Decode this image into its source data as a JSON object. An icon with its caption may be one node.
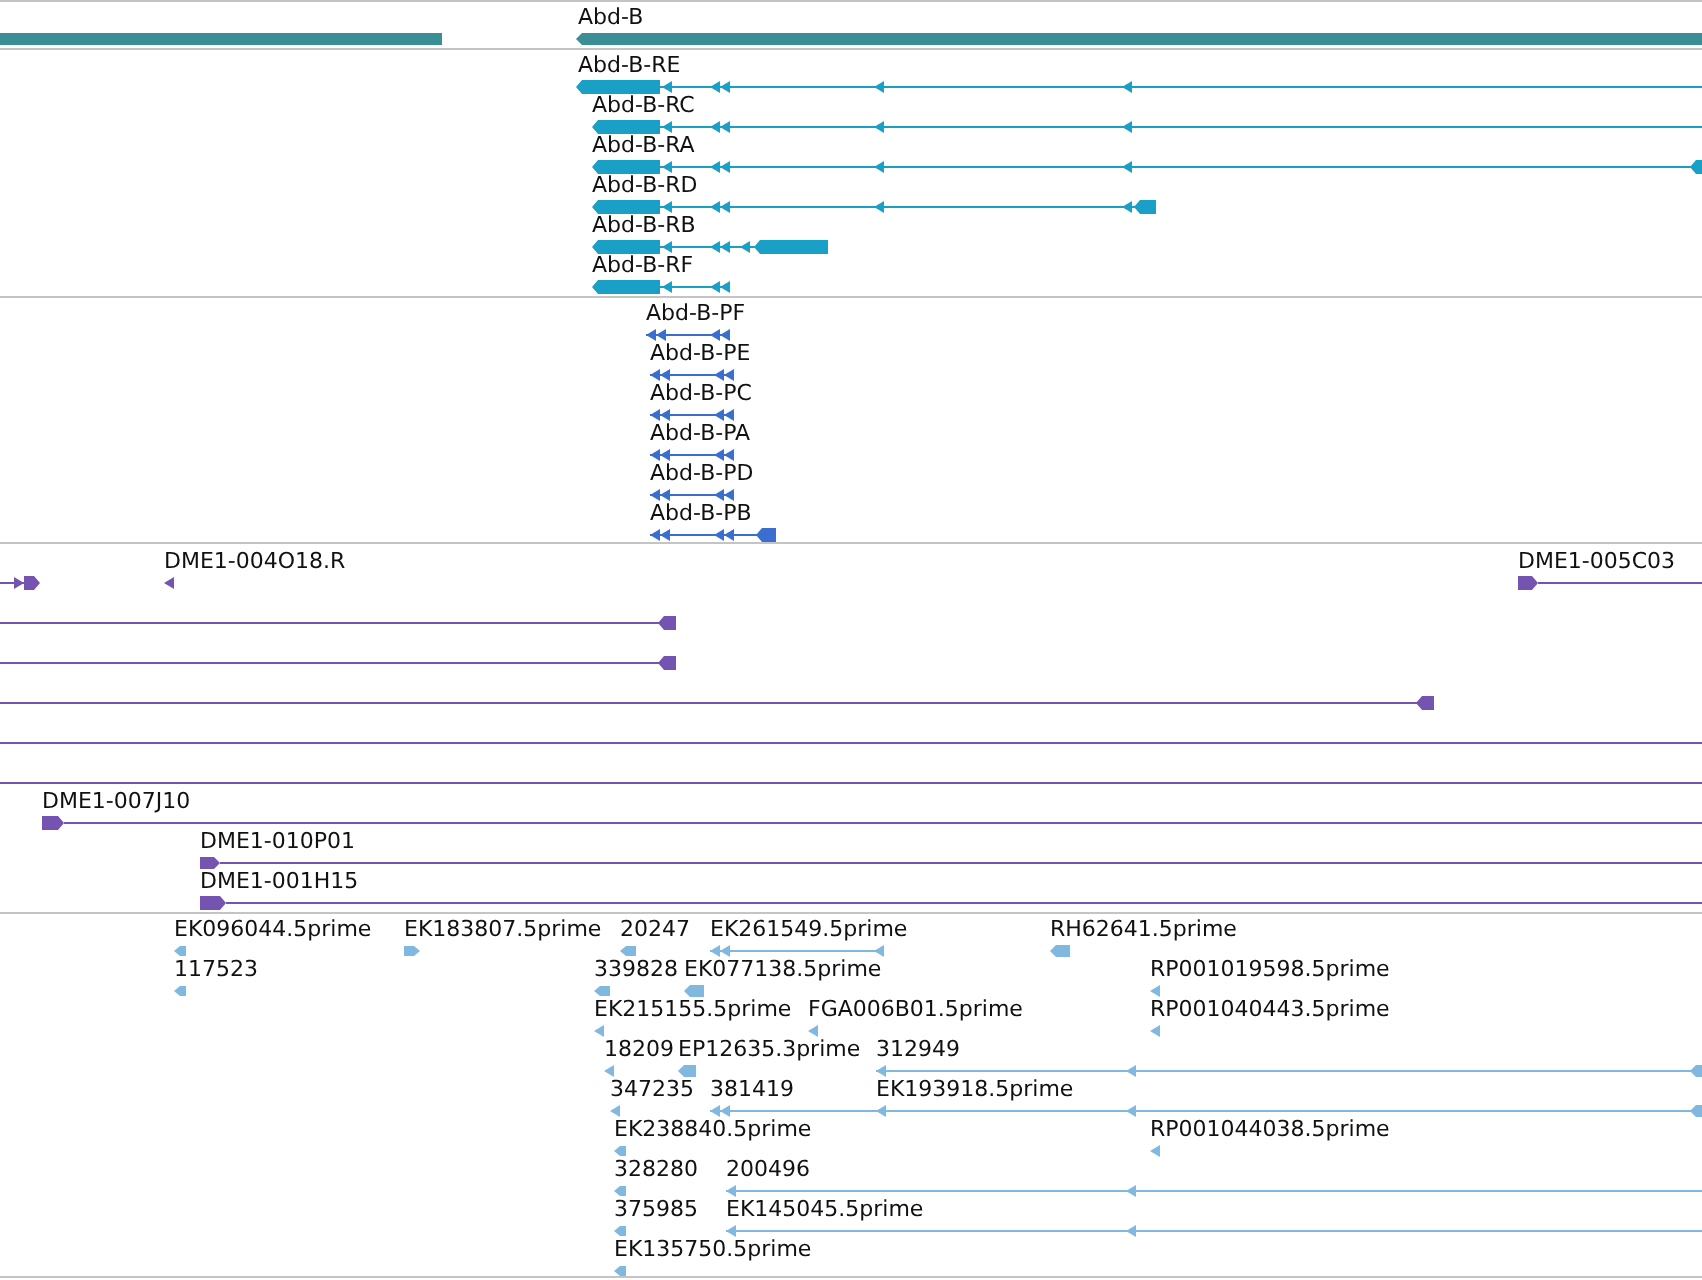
{
  "diagram": {
    "labels": [
      "Abd-B",
      "Abd-B-RE",
      "Abd-B-RC",
      "Abd-B-RA",
      "Abd-B-RD",
      "Abd-B-RB",
      "Abd-B-RF",
      "Abd-B-PF",
      "Abd-B-PE",
      "Abd-B-PC",
      "Abd-B-PA",
      "Abd-B-PD",
      "Abd-B-PB",
      "DME1-004O18.R",
      "DME1-005C03",
      "DME1-007J10",
      "DME1-010P01",
      "DME1-001H15",
      "EK096044.5prime",
      "EK183807.5prime",
      "20247",
      "EK261549.5prime",
      "RH62641.5prime",
      "117523",
      "339828",
      "EK077138.5prime",
      "RP001019598.5prime",
      "EK215155.5prime",
      "FGA006B01.5prime",
      "RP001040443.5prime",
      "18209",
      "EP12635.3prime",
      "312949",
      "347235",
      "381419",
      "EK193918.5prime",
      "EK238840.5prime",
      "RP001044038.5prime",
      "328280",
      "200496",
      "375985",
      "EK145045.5prime",
      "EK135750.5prime"
    ]
  }
}
